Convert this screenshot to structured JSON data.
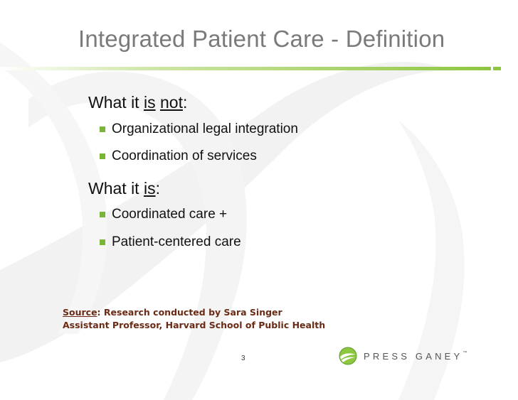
{
  "slide": {
    "title": "Integrated Patient Care - Definition",
    "section_not": {
      "prefix": "What it ",
      "word_is": "is",
      "space": " ",
      "word_not": "not",
      "suffix": ":",
      "items": [
        "Organizational legal integration",
        "Coordination of services"
      ]
    },
    "section_is": {
      "prefix": "What it ",
      "word_is": "is",
      "suffix": ":",
      "items": [
        "Coordinated care +",
        "Patient-centered care"
      ]
    },
    "source": {
      "label": "Source",
      "line1_rest": ":  Research conducted by Sara Singer",
      "line2": "Assistant Professor, Harvard School of Public Health"
    },
    "page_number": "3",
    "logo": {
      "text": "PRESS GANEY",
      "tm": "™"
    },
    "colors": {
      "title": "#7a7a7a",
      "accent": "#8dc63f",
      "bullet": "#7ab536",
      "source": "#6b2a14"
    }
  }
}
